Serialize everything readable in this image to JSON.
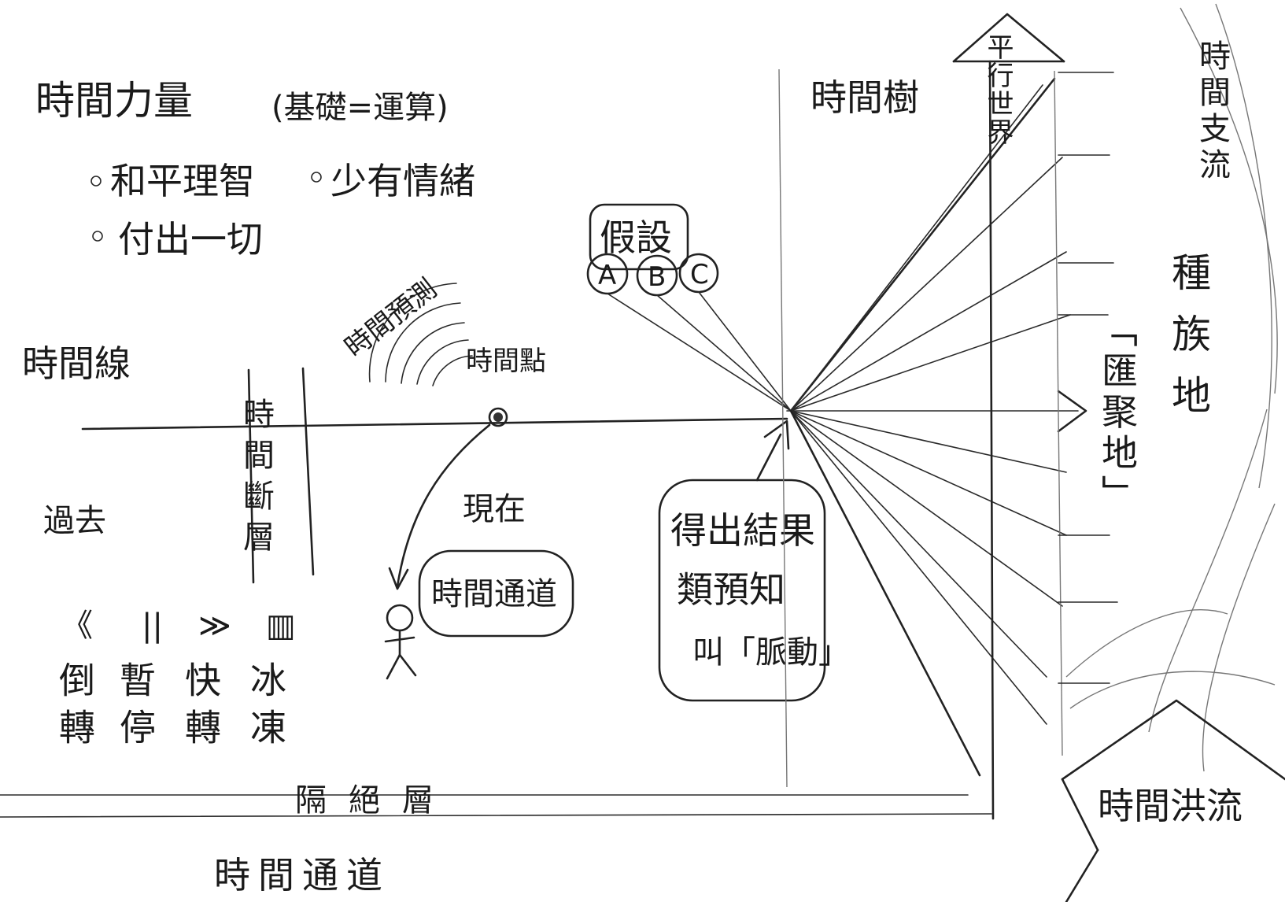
{
  "time_power": {
    "title": "時間力量",
    "basis": "(基礎=運算)",
    "bullets": [
      "和平理智",
      "少有情緒",
      "付出一切"
    ]
  },
  "timeline": {
    "label": "時間線",
    "past": "過去",
    "fault_layer": "時間斷層",
    "prediction": "時間預測",
    "time_point": "時間點",
    "present": "現在",
    "time_channel": "時間通道"
  },
  "controls": [
    {
      "symbol": "《",
      "label": "倒轉"
    },
    {
      "symbol": "||",
      "label": "暫停"
    },
    {
      "symbol": "≫",
      "label": "快轉"
    },
    {
      "symbol": "▥",
      "label": "冰凍"
    }
  ],
  "hypothesis": {
    "label": "假設",
    "options": [
      "A",
      "B",
      "C"
    ]
  },
  "result_box": {
    "line1": "得出結果",
    "line2": "類預知",
    "line3": "叫「脈動」"
  },
  "time_tree": {
    "label": "時間樹",
    "parallel_world": "平行世界",
    "torrent": "時間洪流",
    "branch_stream": "時間支流",
    "race": "種族地",
    "gathering": "「匯聚地」"
  },
  "isolation_layer": "隔絕層",
  "bottom_channel": "時間通道"
}
